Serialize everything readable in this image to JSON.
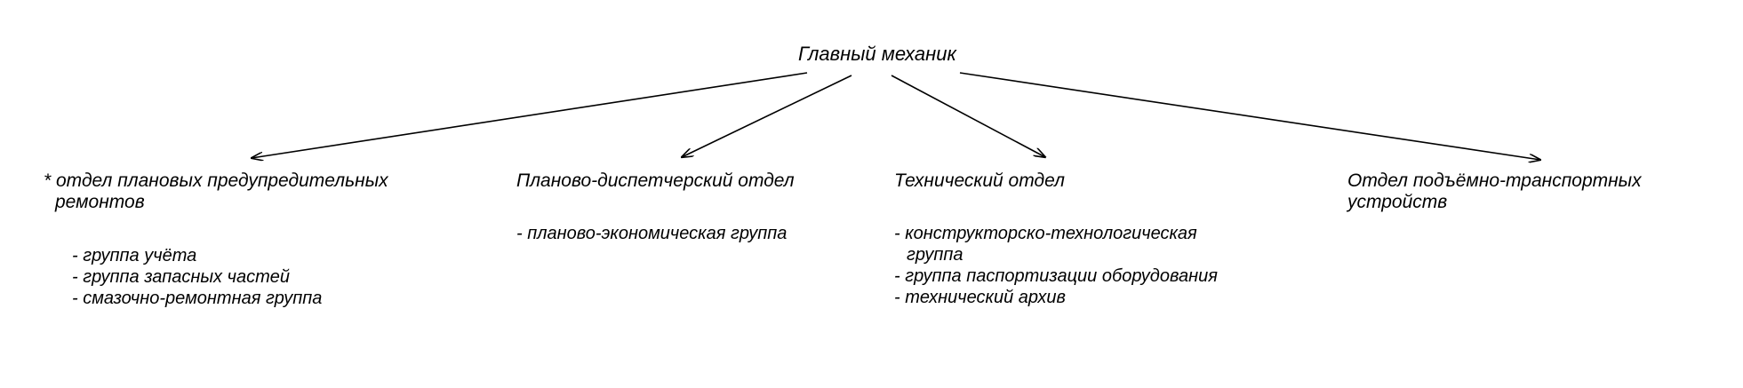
{
  "root": {
    "label": "Главный механик"
  },
  "departments": [
    {
      "title_lines": [
        "* отдел плановых предупредительных",
        "ремонтов"
      ],
      "subgroups": [
        "- группа учёта",
        "- группа запасных частей",
        "- смазочно-ремонтная группа"
      ]
    },
    {
      "title_lines": [
        "Планово-диспетчерский отдел"
      ],
      "subgroups": [
        "- планово-экономическая группа"
      ]
    },
    {
      "title_lines": [
        "Технический отдел"
      ],
      "subgroups": [
        "- конструкторско-технологическая",
        "группа",
        "- группа паспортизации оборудования",
        "- технический архив"
      ]
    },
    {
      "title_lines": [
        "Отдел подъёмно-транспортных",
        "устройств"
      ],
      "subgroups": []
    }
  ],
  "colors": {
    "line": "#000000",
    "text": "#000000",
    "background": "#ffffff"
  }
}
